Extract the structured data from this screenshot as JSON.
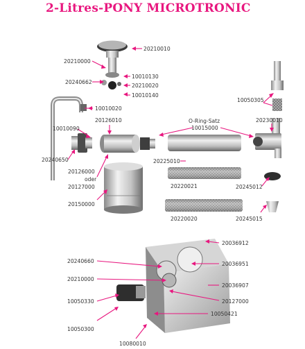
{
  "title": "2-Litres-PONY MICROTRONIC",
  "colors": {
    "title": "#e8177f",
    "leader": "#e8177f",
    "label_text": "#333333",
    "metal_light": "#e4e4e4",
    "metal_dark": "#7a7a7a"
  },
  "parts": [
    {
      "id": "p1",
      "number": "20210010"
    },
    {
      "id": "p2",
      "number": "20210000"
    },
    {
      "id": "p3",
      "number": "20240662"
    },
    {
      "id": "p4",
      "number": "10010130"
    },
    {
      "id": "p5",
      "number": "20210020"
    },
    {
      "id": "p6",
      "number": "10010140"
    },
    {
      "id": "p7",
      "number": "10010020"
    },
    {
      "id": "p8",
      "number": "10050305"
    },
    {
      "id": "p9",
      "number": "20126010"
    },
    {
      "id": "p10",
      "number": "O-Ring-Satz"
    },
    {
      "id": "p11",
      "number": "10015000"
    },
    {
      "id": "p12",
      "number": "20230010"
    },
    {
      "id": "p13",
      "number": "10010090"
    },
    {
      "id": "p14",
      "number": "20240650"
    },
    {
      "id": "p15",
      "number": "20225010"
    },
    {
      "id": "p16",
      "number": "20126000"
    },
    {
      "id": "p17",
      "number": "oder"
    },
    {
      "id": "p18",
      "number": "20127000"
    },
    {
      "id": "p19",
      "number": "20220021"
    },
    {
      "id": "p20",
      "number": "20245012"
    },
    {
      "id": "p21",
      "number": "20150000"
    },
    {
      "id": "p22",
      "number": "20220020"
    },
    {
      "id": "p23",
      "number": "20245015"
    },
    {
      "id": "p24",
      "number": "20036912"
    },
    {
      "id": "p25",
      "number": "20240660"
    },
    {
      "id": "p26",
      "number": "20036951"
    },
    {
      "id": "p27",
      "number": "20210000"
    },
    {
      "id": "p28",
      "number": "20036907"
    },
    {
      "id": "p29",
      "number": "10050330"
    },
    {
      "id": "p30",
      "number": "20127000"
    },
    {
      "id": "p31",
      "number": "10050421"
    },
    {
      "id": "p32",
      "number": "10050300"
    },
    {
      "id": "p33",
      "number": "10080010"
    }
  ]
}
